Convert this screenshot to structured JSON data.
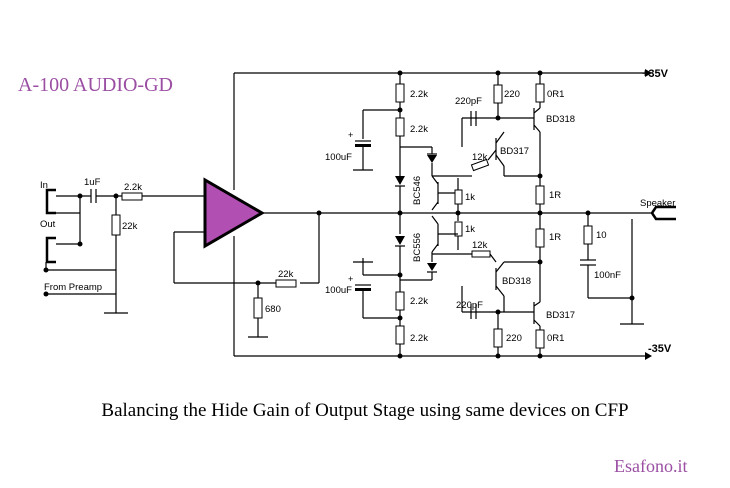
{
  "title": "A-100 AUDIO-GD",
  "caption": "Balancing the Hide Gain of Output Stage using same devices on CFP",
  "credit": "Esafono.it",
  "colors": {
    "accent": "#9b4fa3",
    "amp_fill": "#b24fb3",
    "wire": "#000000",
    "background": "#ffffff"
  },
  "rails": {
    "positive": "+35V",
    "negative": "-35V"
  },
  "io": {
    "in": "In",
    "out": "Out",
    "from_preamp": "From Preamp",
    "speaker": "Speaker"
  },
  "components": {
    "c_in": "1uF",
    "r_in": "2.2k",
    "r_in_shunt": "22k",
    "r_feedback": "22k",
    "r_ground": "680",
    "r_top1": "2.2k",
    "r_top2": "2.2k",
    "c_top": "100uF",
    "r_bot1": "2.2k",
    "r_bot2": "2.2k",
    "c_bot": "100uF",
    "c_top_miller": "220pF",
    "c_bot_miller": "220pF",
    "r_top_base": "220",
    "r_bot_base": "220",
    "r_top_emitter": "0R1",
    "r_bot_emitter": "0R1",
    "q_top_power": "BD318",
    "q_top_driver": "BD317",
    "q_bot_driver": "BD318",
    "q_bot_power": "BD317",
    "q_vbe_top": "BC546",
    "q_vbe_bot": "BC556",
    "r_vbe_top": "1k",
    "r_vbe_bot": "1k",
    "r_top_link": "12k",
    "r_bot_link": "12k",
    "r_out_top": "1R",
    "r_out_bot": "1R",
    "r_zobel": "10",
    "c_zobel": "100nF"
  }
}
